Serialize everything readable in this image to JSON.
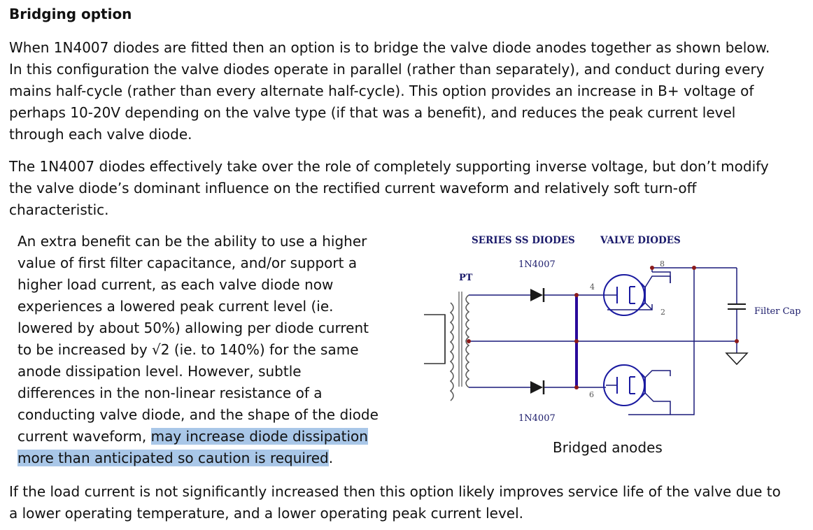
{
  "heading": "Bridging option",
  "paragraph_1": {
    "lines": [
      "When 1N4007 diodes are fitted then an option is to bridge the valve diode anodes together as shown below.",
      "In this configuration the valve diodes operate in parallel (rather than separately), and conduct during every",
      "mains half-cycle (rather than every alternate half-cycle).  This option provides an increase in B+ voltage of",
      "perhaps 10-20V depending on the valve type (if that was a benefit), and reduces the peak current level",
      "through each valve diode."
    ]
  },
  "paragraph_2": {
    "lines": [
      "The 1N4007 diodes effectively take over the role of completely supporting inverse voltage, but don’t modify",
      "the valve diode’s dominant influence on the rectified current waveform and relatively soft turn-off",
      "characteristic."
    ]
  },
  "paragraph_3": {
    "lines": [
      "An extra benefit can be the ability to use a higher",
      "value of first filter capacitance, and/or support a",
      "higher load current, as each valve diode now",
      "experiences a lowered peak current level (ie.",
      "lowered by about 50%) allowing per diode current",
      "to be increased by √2 (ie. to 140%) for the same",
      "anode dissipation level.  However, subtle",
      "differences in the non-linear resistance of a",
      "conducting valve diode, and the shape of the diode"
    ],
    "line_10_plain": "current waveform, ",
    "line_10_highlight": "may increase diode dissipation",
    "line_11_highlight": "more than anticipated so caution is required",
    "line_11_plain": "."
  },
  "paragraph_4": {
    "lines": [
      "If the load current is not significantly increased then this option likely improves service life of the valve due to",
      "a lower operating temperature, and a lower operating peak current level."
    ]
  },
  "diagram": {
    "label_series": "SERIES SS DIODES",
    "label_valve": "VALVE  DIODES",
    "label_pt": "PT",
    "label_diode_top": "1N4007",
    "label_diode_bottom": "1N4007",
    "label_filter_cap": "Filter Cap",
    "pin_8": "8",
    "pin_4": "4",
    "pin_2": "2",
    "pin_6": "6",
    "caption": "Bridged anodes"
  },
  "colors": {
    "highlight": "#a9c7e8",
    "wire": "#1a1a7a",
    "bridge": "#2a0a9a",
    "node": "#8b1a1a",
    "valve": "#1a1aa0"
  }
}
